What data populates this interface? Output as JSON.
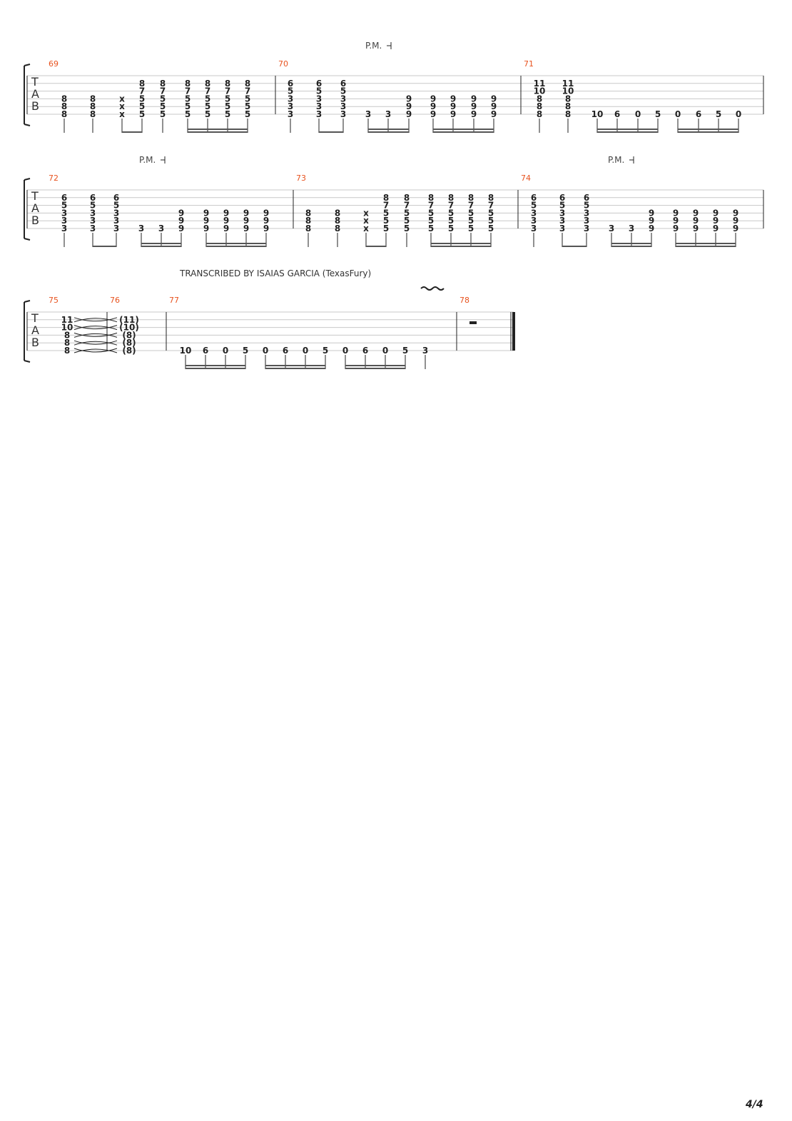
{
  "credit": "TRANSCRIBED BY ISAIAS GARCIA (TexasFury)",
  "page_number": "4/4",
  "tab_clef": [
    "T",
    "A",
    "B"
  ],
  "palm_mute": "P.M.",
  "colors": {
    "measure_number": "#e8531f",
    "staff_line": "#c8c8c8",
    "text": "#222222"
  },
  "systems": [
    {
      "measures": [
        {
          "number": "69",
          "beats": [
            {
              "frets": [
                "",
                "",
                "8",
                "8",
                "8"
              ],
              "duration": "quarter"
            },
            {
              "frets": [
                "",
                "",
                "8",
                "8",
                "8"
              ],
              "duration": "quarter"
            },
            {
              "frets": [
                "",
                "",
                "x",
                "x",
                "x"
              ],
              "duration": "eighth",
              "beam": "8a"
            },
            {
              "frets": [
                "8",
                "7",
                "5",
                "5",
                "5"
              ],
              "duration": "eighth",
              "beam": "8a"
            },
            {
              "frets": [
                "8",
                "7",
                "5",
                "5",
                "5"
              ],
              "duration": "quarter"
            },
            {
              "frets": [
                "8",
                "7",
                "5",
                "5",
                "5"
              ],
              "duration": "sixteenth",
              "beam": "16a"
            },
            {
              "frets": [
                "8",
                "7",
                "5",
                "5",
                "5"
              ],
              "duration": "sixteenth",
              "beam": "16a"
            },
            {
              "frets": [
                "8",
                "7",
                "5",
                "5",
                "5"
              ],
              "duration": "sixteenth",
              "beam": "16a"
            },
            {
              "frets": [
                "8",
                "7",
                "5",
                "5",
                "5"
              ],
              "duration": "sixteenth",
              "beam": "16a"
            }
          ]
        },
        {
          "number": "70",
          "palm_mute": true,
          "beats": [
            {
              "frets": [
                "6",
                "5",
                "3",
                "3",
                "3"
              ],
              "duration": "quarter"
            },
            {
              "frets": [
                "6",
                "5",
                "3",
                "3",
                "3"
              ],
              "duration": "eighth",
              "beam": "8a"
            },
            {
              "frets": [
                "6",
                "5",
                "3",
                "3",
                "3"
              ],
              "duration": "eighth",
              "beam": "8a"
            },
            {
              "frets": [
                "",
                "",
                "",
                "",
                "3"
              ],
              "duration": "sixteenth",
              "beam": "16a"
            },
            {
              "frets": [
                "",
                "",
                "",
                "",
                "3"
              ],
              "duration": "sixteenth",
              "beam": "16a"
            },
            {
              "frets": [
                "",
                "",
                "9",
                "9",
                "9"
              ],
              "duration": "eighth",
              "beam": "16a"
            },
            {
              "frets": [
                "",
                "",
                "9",
                "9",
                "9"
              ],
              "duration": "sixteenth",
              "beam": "16b"
            },
            {
              "frets": [
                "",
                "",
                "9",
                "9",
                "9"
              ],
              "duration": "sixteenth",
              "beam": "16b"
            },
            {
              "frets": [
                "",
                "",
                "9",
                "9",
                "9"
              ],
              "duration": "sixteenth",
              "beam": "16b"
            },
            {
              "frets": [
                "",
                "",
                "9",
                "9",
                "9"
              ],
              "duration": "sixteenth",
              "beam": "16b"
            }
          ]
        },
        {
          "number": "71",
          "beats": [
            {
              "frets": [
                "11",
                "10",
                "8",
                "8",
                "8"
              ],
              "duration": "quarter"
            },
            {
              "frets": [
                "11",
                "10",
                "8",
                "8",
                "8"
              ],
              "duration": "quarter"
            },
            {
              "frets": [
                "",
                "",
                "",
                "",
                "10"
              ],
              "duration": "sixteenth",
              "beam": "16a"
            },
            {
              "frets": [
                "",
                "",
                "",
                "",
                "6"
              ],
              "duration": "sixteenth",
              "beam": "16a"
            },
            {
              "frets": [
                "",
                "",
                "",
                "",
                "0"
              ],
              "duration": "sixteenth",
              "beam": "16a"
            },
            {
              "frets": [
                "",
                "",
                "",
                "",
                "5"
              ],
              "duration": "sixteenth",
              "beam": "16a"
            },
            {
              "frets": [
                "",
                "",
                "",
                "",
                "0"
              ],
              "duration": "sixteenth",
              "beam": "16b"
            },
            {
              "frets": [
                "",
                "",
                "",
                "",
                "6"
              ],
              "duration": "sixteenth",
              "beam": "16b"
            },
            {
              "frets": [
                "",
                "",
                "",
                "",
                "5"
              ],
              "duration": "sixteenth",
              "beam": "16b"
            },
            {
              "frets": [
                "",
                "",
                "",
                "",
                "0"
              ],
              "duration": "sixteenth",
              "beam": "16b"
            }
          ]
        }
      ]
    },
    {
      "measures": [
        {
          "number": "72",
          "palm_mute": true,
          "beats": [
            {
              "frets": [
                "6",
                "5",
                "3",
                "3",
                "3"
              ],
              "duration": "quarter"
            },
            {
              "frets": [
                "6",
                "5",
                "3",
                "3",
                "3"
              ],
              "duration": "eighth",
              "beam": "8a"
            },
            {
              "frets": [
                "6",
                "5",
                "3",
                "3",
                "3"
              ],
              "duration": "eighth",
              "beam": "8a"
            },
            {
              "frets": [
                "",
                "",
                "",
                "",
                "3"
              ],
              "duration": "sixteenth",
              "beam": "16a"
            },
            {
              "frets": [
                "",
                "",
                "",
                "",
                "3"
              ],
              "duration": "sixteenth",
              "beam": "16a"
            },
            {
              "frets": [
                "",
                "",
                "9",
                "9",
                "9"
              ],
              "duration": "eighth",
              "beam": "16a"
            },
            {
              "frets": [
                "",
                "",
                "9",
                "9",
                "9"
              ],
              "duration": "sixteenth",
              "beam": "16b"
            },
            {
              "frets": [
                "",
                "",
                "9",
                "9",
                "9"
              ],
              "duration": "sixteenth",
              "beam": "16b"
            },
            {
              "frets": [
                "",
                "",
                "9",
                "9",
                "9"
              ],
              "duration": "sixteenth",
              "beam": "16b"
            },
            {
              "frets": [
                "",
                "",
                "9",
                "9",
                "9"
              ],
              "duration": "sixteenth",
              "beam": "16b"
            }
          ]
        },
        {
          "number": "73",
          "beats": [
            {
              "frets": [
                "",
                "",
                "8",
                "8",
                "8"
              ],
              "duration": "quarter"
            },
            {
              "frets": [
                "",
                "",
                "8",
                "8",
                "8"
              ],
              "duration": "quarter"
            },
            {
              "frets": [
                "",
                "",
                "x",
                "x",
                "x"
              ],
              "duration": "eighth",
              "beam": "8a"
            },
            {
              "frets": [
                "8",
                "7",
                "5",
                "5",
                "5"
              ],
              "duration": "eighth",
              "beam": "8a"
            },
            {
              "frets": [
                "8",
                "7",
                "5",
                "5",
                "5"
              ],
              "duration": "quarter"
            },
            {
              "frets": [
                "8",
                "7",
                "5",
                "5",
                "5"
              ],
              "duration": "sixteenth",
              "beam": "16a"
            },
            {
              "frets": [
                "8",
                "7",
                "5",
                "5",
                "5"
              ],
              "duration": "sixteenth",
              "beam": "16a"
            },
            {
              "frets": [
                "8",
                "7",
                "5",
                "5",
                "5"
              ],
              "duration": "sixteenth",
              "beam": "16a"
            },
            {
              "frets": [
                "8",
                "7",
                "5",
                "5",
                "5"
              ],
              "duration": "sixteenth",
              "beam": "16a"
            }
          ]
        },
        {
          "number": "74",
          "palm_mute": true,
          "beats": [
            {
              "frets": [
                "6",
                "5",
                "3",
                "3",
                "3"
              ],
              "duration": "quarter"
            },
            {
              "frets": [
                "6",
                "5",
                "3",
                "3",
                "3"
              ],
              "duration": "eighth",
              "beam": "8a"
            },
            {
              "frets": [
                "6",
                "5",
                "3",
                "3",
                "3"
              ],
              "duration": "eighth",
              "beam": "8a"
            },
            {
              "frets": [
                "",
                "",
                "",
                "",
                "3"
              ],
              "duration": "sixteenth",
              "beam": "16a"
            },
            {
              "frets": [
                "",
                "",
                "",
                "",
                "3"
              ],
              "duration": "sixteenth",
              "beam": "16a"
            },
            {
              "frets": [
                "",
                "",
                "9",
                "9",
                "9"
              ],
              "duration": "eighth",
              "beam": "16a"
            },
            {
              "frets": [
                "",
                "",
                "9",
                "9",
                "9"
              ],
              "duration": "sixteenth",
              "beam": "16b"
            },
            {
              "frets": [
                "",
                "",
                "9",
                "9",
                "9"
              ],
              "duration": "sixteenth",
              "beam": "16b"
            },
            {
              "frets": [
                "",
                "",
                "9",
                "9",
                "9"
              ],
              "duration": "sixteenth",
              "beam": "16b"
            },
            {
              "frets": [
                "",
                "",
                "9",
                "9",
                "9"
              ],
              "duration": "sixteenth",
              "beam": "16b"
            }
          ]
        }
      ]
    },
    {
      "measures": [
        {
          "number": "75",
          "beats": [
            {
              "frets": [
                "11",
                "10",
                "8",
                "8",
                "8"
              ],
              "duration": "whole",
              "ties": true
            }
          ]
        },
        {
          "number": "76",
          "beats": [
            {
              "frets": [
                "(11)",
                "(10)",
                "(8)",
                "(8)",
                "(8)"
              ],
              "duration": "whole"
            }
          ]
        },
        {
          "number": "77",
          "vibrato": true,
          "beats": [
            {
              "frets": [
                "",
                "",
                "",
                "",
                "10"
              ],
              "duration": "sixteenth",
              "beam": "16a"
            },
            {
              "frets": [
                "",
                "",
                "",
                "",
                "6"
              ],
              "duration": "sixteenth",
              "beam": "16a"
            },
            {
              "frets": [
                "",
                "",
                "",
                "",
                "0"
              ],
              "duration": "sixteenth",
              "beam": "16a"
            },
            {
              "frets": [
                "",
                "",
                "",
                "",
                "5"
              ],
              "duration": "sixteenth",
              "beam": "16a"
            },
            {
              "frets": [
                "",
                "",
                "",
                "",
                "0"
              ],
              "duration": "sixteenth",
              "beam": "16b"
            },
            {
              "frets": [
                "",
                "",
                "",
                "",
                "6"
              ],
              "duration": "sixteenth",
              "beam": "16b"
            },
            {
              "frets": [
                "",
                "",
                "",
                "",
                "0"
              ],
              "duration": "sixteenth",
              "beam": "16b"
            },
            {
              "frets": [
                "",
                "",
                "",
                "",
                "5"
              ],
              "duration": "sixteenth",
              "beam": "16b"
            },
            {
              "frets": [
                "",
                "",
                "",
                "",
                "0"
              ],
              "duration": "sixteenth",
              "beam": "16c"
            },
            {
              "frets": [
                "",
                "",
                "",
                "",
                "6"
              ],
              "duration": "sixteenth",
              "beam": "16c"
            },
            {
              "frets": [
                "",
                "",
                "",
                "",
                "0"
              ],
              "duration": "sixteenth",
              "beam": "16c"
            },
            {
              "frets": [
                "",
                "",
                "",
                "",
                "5"
              ],
              "duration": "sixteenth",
              "beam": "16c"
            },
            {
              "frets": [
                "",
                "",
                "",
                "",
                "3"
              ],
              "duration": "quarter"
            }
          ]
        },
        {
          "number": "78",
          "rest": true,
          "final": true,
          "beats": []
        }
      ]
    }
  ]
}
